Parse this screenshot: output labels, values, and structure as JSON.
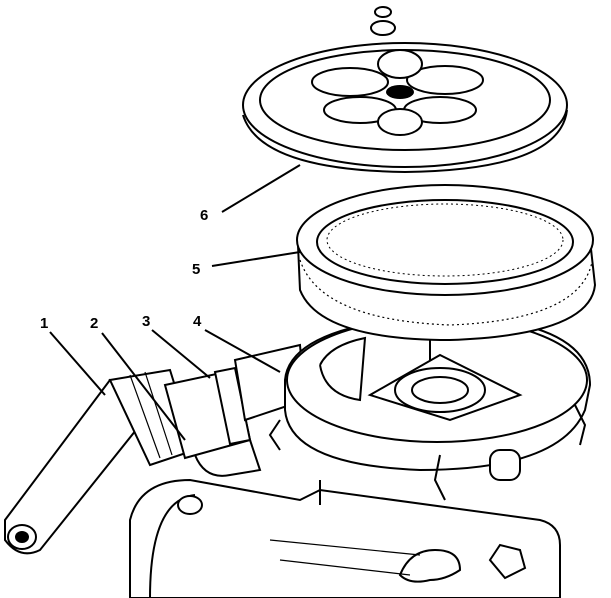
{
  "diagram": {
    "labels": [
      "1",
      "2",
      "3",
      "4",
      "5",
      "6"
    ],
    "colors": {
      "ink": "#000000",
      "paper": "#ffffff"
    }
  }
}
